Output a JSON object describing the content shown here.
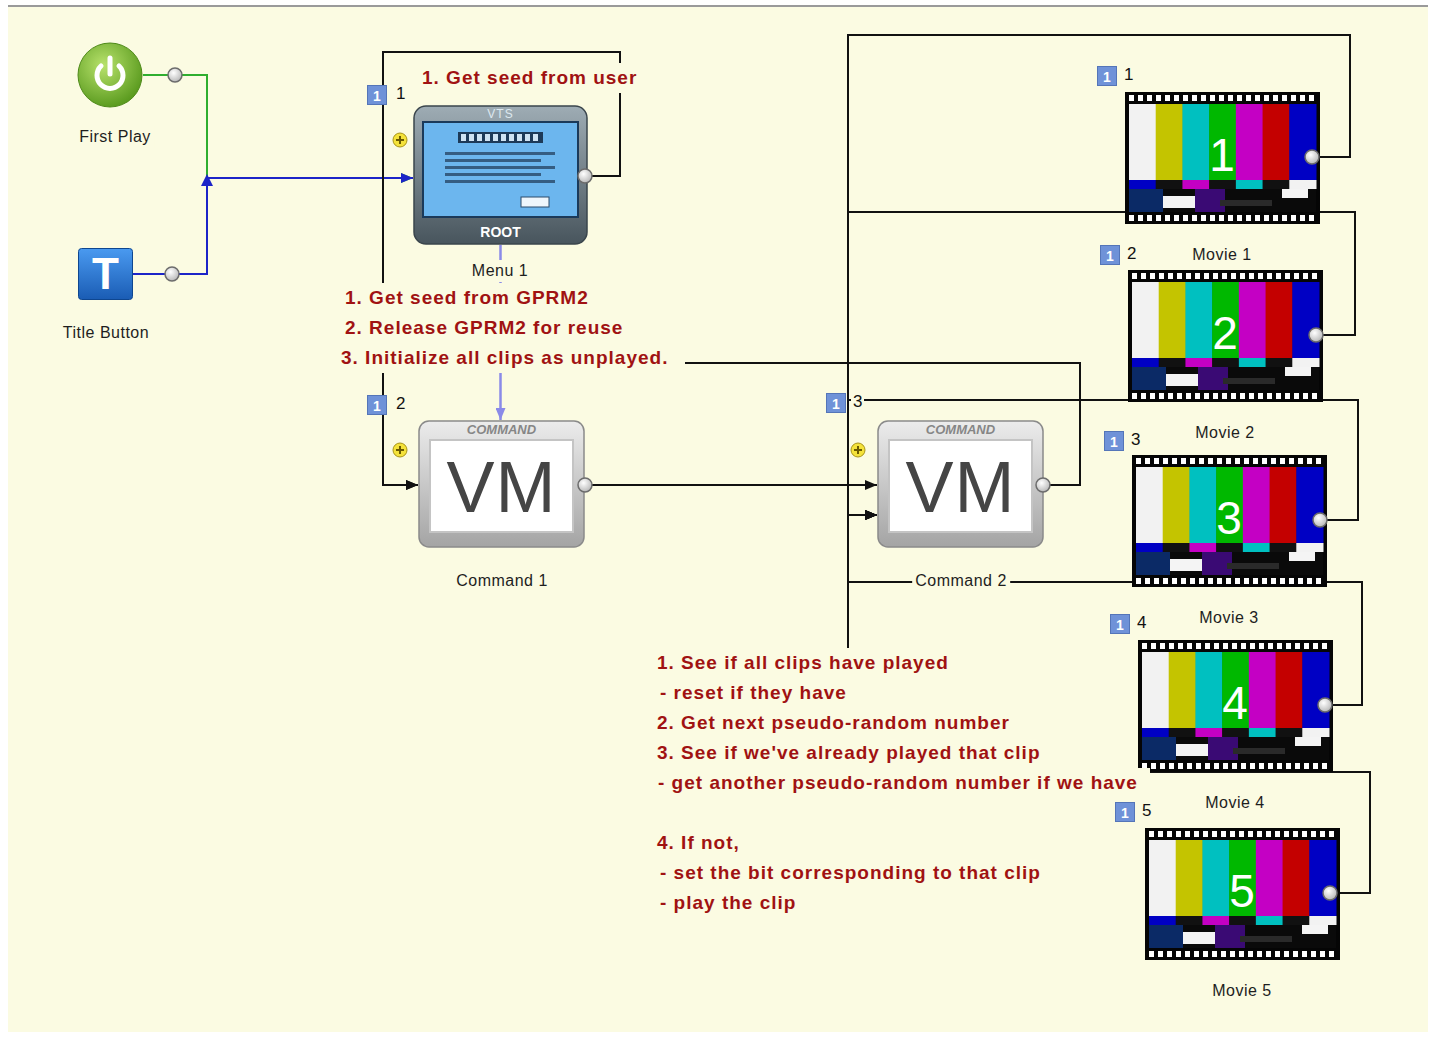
{
  "diagram": {
    "nodes": [
      {
        "text": [
          "First Play"
        ]
      },
      {
        "text": [
          "T",
          "Title Button"
        ]
      },
      {
        "text": [
          "VTS",
          "ROOT",
          "Menu 1"
        ]
      },
      {
        "text": [
          "COMMAND",
          "VM",
          "Command 1"
        ]
      },
      {
        "text": [
          "COMMAND",
          "VM",
          "Command 2"
        ]
      },
      {
        "text": [
          "1",
          "Movie 1"
        ]
      },
      {
        "text": [
          "2",
          "Movie 2"
        ]
      },
      {
        "text": [
          "3",
          "Movie 3"
        ]
      },
      {
        "text": [
          "4",
          "Movie 4"
        ]
      },
      {
        "text": [
          "5",
          "Movie 5"
        ]
      }
    ],
    "edges": [
      {
        "from": 0,
        "to": 2,
        "arrow": "to"
      },
      {
        "from": 1,
        "to": 2,
        "arrow": "to"
      },
      {
        "from": 2,
        "to": 3,
        "arrow": "to"
      },
      {
        "from": 2,
        "to": 3,
        "arrow": "to"
      },
      {
        "from": 3,
        "to": 4,
        "arrow": "to"
      },
      {
        "from": 4,
        "to": 3,
        "arrow": "to"
      },
      {
        "from": 5,
        "to": 4,
        "arrow": "to"
      },
      {
        "from": 6,
        "to": 4,
        "arrow": "to"
      },
      {
        "from": 7,
        "to": 4,
        "arrow": "to"
      },
      {
        "from": 8,
        "to": 4,
        "arrow": "to"
      },
      {
        "from": 9,
        "to": 4,
        "arrow": "to"
      }
    ],
    "labels": [
      "1. Get seed from user",
      "1. Get seed from GPRM2",
      "2. Release GPRM2 for reuse",
      "3. Initialize all clips as unplayed.",
      "1. See if all clips have played",
      "- reset if they have",
      "2. Get next pseudo-random number",
      "3. See if we've already played that clip",
      "- get another pseudo-random number if we have",
      "4. If not,",
      "- set the bit corresponding to that clip",
      "- play the clip",
      "1",
      "1",
      "1",
      "2",
      "1",
      "3",
      "1",
      "1",
      "1",
      "2",
      "1",
      "3",
      "1",
      "4",
      "1",
      "5"
    ]
  }
}
